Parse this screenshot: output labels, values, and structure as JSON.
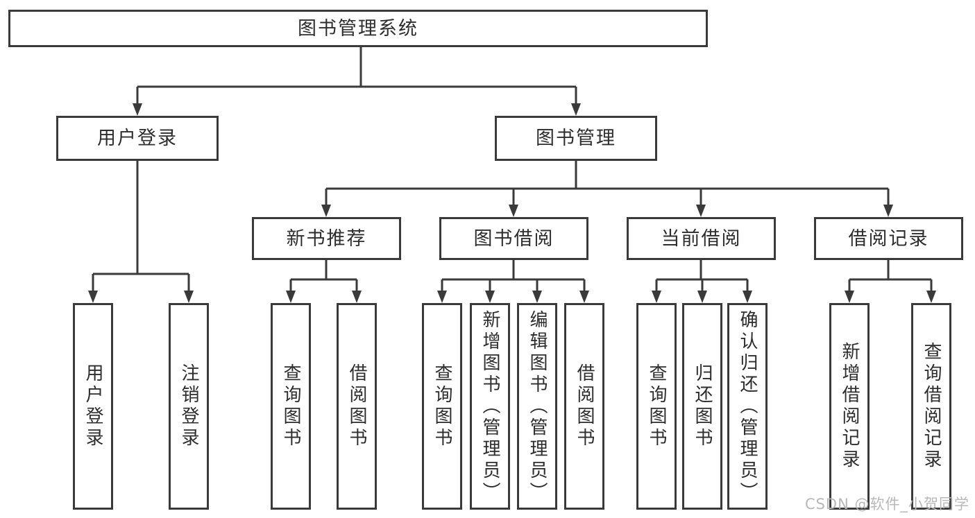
{
  "nodes": {
    "root": "图书管理系统",
    "level2": [
      "用户登录",
      "图书管理"
    ],
    "level3": [
      "新书推荐",
      "图书借阅",
      "当前借阅",
      "借阅记录"
    ]
  },
  "leaves": {
    "user_login": [
      "用户登录",
      "注销登录"
    ],
    "new_books": [
      "查询图书",
      "借阅图书"
    ],
    "book_borrow": [
      "查询图书",
      "新增图书（管理员）",
      "编辑图书（管理员）",
      "借阅图书"
    ],
    "current_borrow": [
      "查询图书",
      "归还图书",
      "确认归还（管理员）"
    ],
    "borrow_records": [
      "新增借阅记录",
      "查询借阅记录"
    ]
  },
  "watermark": "CSDN @软件_小贺同学",
  "colors": {
    "line": "#3a3a3a",
    "text": "#2d2d2d",
    "background": "#ffffff",
    "watermark": "#b8b8b8"
  }
}
